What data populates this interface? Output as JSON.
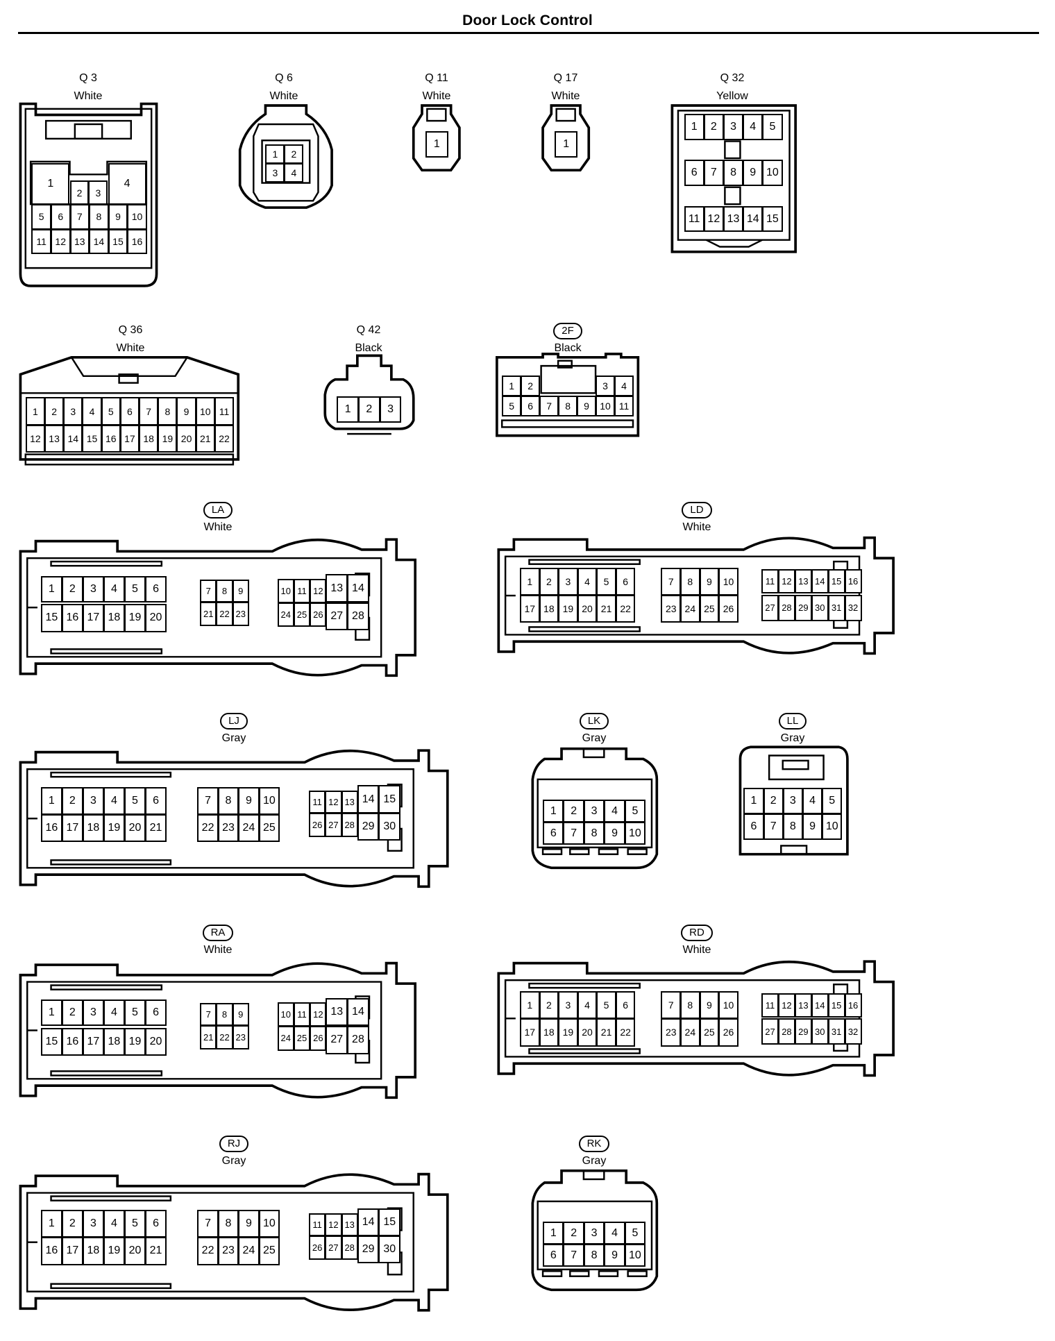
{
  "title": "Door Lock Control",
  "connectors": [
    {
      "code": "Q 3",
      "color": "White",
      "pins": [
        "1",
        "2",
        "3",
        "4",
        "5",
        "6",
        "7",
        "8",
        "9",
        "10",
        "11",
        "12",
        "13",
        "14",
        "15",
        "16"
      ]
    },
    {
      "code": "Q 6",
      "color": "White",
      "pins": [
        "1",
        "2",
        "3",
        "4"
      ]
    },
    {
      "code": "Q 11",
      "color": "White",
      "pins": [
        "1"
      ]
    },
    {
      "code": "Q 17",
      "color": "White",
      "pins": [
        "1"
      ]
    },
    {
      "code": "Q 32",
      "color": "Yellow",
      "pins": [
        "1",
        "2",
        "3",
        "4",
        "5",
        "6",
        "7",
        "8",
        "9",
        "10",
        "11",
        "12",
        "13",
        "14",
        "15"
      ]
    },
    {
      "code": "Q 36",
      "color": "White",
      "pins": [
        "1",
        "2",
        "3",
        "4",
        "5",
        "6",
        "7",
        "8",
        "9",
        "10",
        "11",
        "12",
        "13",
        "14",
        "15",
        "16",
        "17",
        "18",
        "19",
        "20",
        "21",
        "22"
      ]
    },
    {
      "code": "Q 42",
      "color": "Black",
      "pins": [
        "1",
        "2",
        "3"
      ]
    },
    {
      "code": "2F",
      "color": "Black",
      "pins": [
        "1",
        "2",
        "3",
        "4",
        "5",
        "6",
        "7",
        "8",
        "9",
        "10",
        "11"
      ]
    },
    {
      "code": "LA",
      "color": "White",
      "pins": [
        "1",
        "2",
        "3",
        "4",
        "5",
        "6",
        "7",
        "8",
        "9",
        "10",
        "11",
        "12",
        "13",
        "14",
        "15",
        "16",
        "17",
        "18",
        "19",
        "20",
        "21",
        "22",
        "23",
        "24",
        "25",
        "26",
        "27",
        "28"
      ]
    },
    {
      "code": "LD",
      "color": "White",
      "pins": [
        "1",
        "2",
        "3",
        "4",
        "5",
        "6",
        "7",
        "8",
        "9",
        "10",
        "11",
        "12",
        "13",
        "14",
        "15",
        "16",
        "17",
        "18",
        "19",
        "20",
        "21",
        "22",
        "23",
        "24",
        "25",
        "26",
        "27",
        "28",
        "29",
        "30",
        "31",
        "32"
      ]
    },
    {
      "code": "LJ",
      "color": "Gray",
      "pins": [
        "1",
        "2",
        "3",
        "4",
        "5",
        "6",
        "7",
        "8",
        "9",
        "10",
        "11",
        "12",
        "13",
        "14",
        "15",
        "16",
        "17",
        "18",
        "19",
        "20",
        "21",
        "22",
        "23",
        "24",
        "25",
        "26",
        "27",
        "28",
        "29",
        "30"
      ]
    },
    {
      "code": "LK",
      "color": "Gray",
      "pins": [
        "1",
        "2",
        "3",
        "4",
        "5",
        "6",
        "7",
        "8",
        "9",
        "10"
      ]
    },
    {
      "code": "LL",
      "color": "Gray",
      "pins": [
        "1",
        "2",
        "3",
        "4",
        "5",
        "6",
        "7",
        "8",
        "9",
        "10"
      ]
    },
    {
      "code": "RA",
      "color": "White",
      "pins": [
        "1",
        "2",
        "3",
        "4",
        "5",
        "6",
        "7",
        "8",
        "9",
        "10",
        "11",
        "12",
        "13",
        "14",
        "15",
        "16",
        "17",
        "18",
        "19",
        "20",
        "21",
        "22",
        "23",
        "24",
        "25",
        "26",
        "27",
        "28"
      ]
    },
    {
      "code": "RD",
      "color": "White",
      "pins": [
        "1",
        "2",
        "3",
        "4",
        "5",
        "6",
        "7",
        "8",
        "9",
        "10",
        "11",
        "12",
        "13",
        "14",
        "15",
        "16",
        "17",
        "18",
        "19",
        "20",
        "21",
        "22",
        "23",
        "24",
        "25",
        "26",
        "27",
        "28",
        "29",
        "30",
        "31",
        "32"
      ]
    },
    {
      "code": "RJ",
      "color": "Gray",
      "pins": [
        "1",
        "2",
        "3",
        "4",
        "5",
        "6",
        "7",
        "8",
        "9",
        "10",
        "11",
        "12",
        "13",
        "14",
        "15",
        "16",
        "17",
        "18",
        "19",
        "20",
        "21",
        "22",
        "23",
        "24",
        "25",
        "26",
        "27",
        "28",
        "29",
        "30"
      ]
    },
    {
      "code": "RK",
      "color": "Gray",
      "pins": [
        "1",
        "2",
        "3",
        "4",
        "5",
        "6",
        "7",
        "8",
        "9",
        "10"
      ]
    }
  ]
}
